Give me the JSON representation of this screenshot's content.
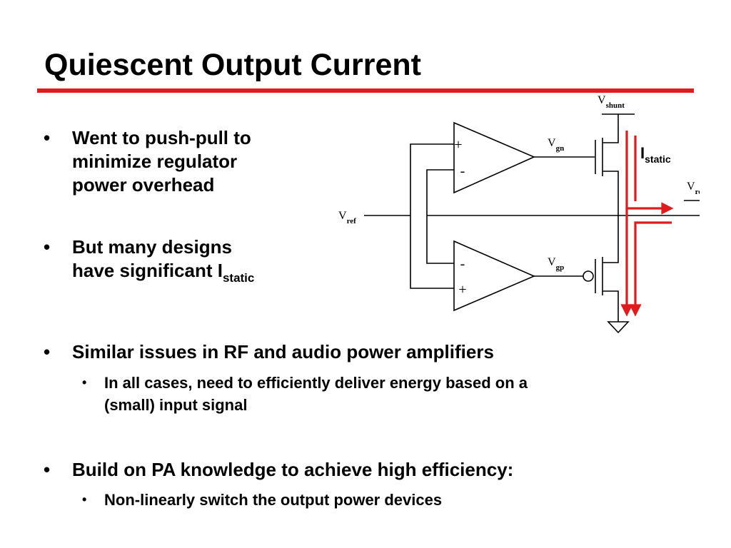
{
  "slide": {
    "title": "Quiescent Output Current",
    "accent_color": "#e01b1b"
  },
  "bullets": {
    "b1": {
      "lines": [
        "Went to push-pull to",
        "minimize regulator",
        "power overhead"
      ]
    },
    "b2": {
      "line1": "But many designs",
      "line2_prefix": "have significant I",
      "line2_sub": "static"
    },
    "b3": {
      "text": "Similar issues in RF and audio power amplifiers"
    },
    "b3_sub": {
      "lines": [
        "In all cases, need to efficiently deliver energy based on a",
        "(small) input signal"
      ]
    },
    "b4": {
      "text": "Build on PA knowledge to achieve high efficiency:"
    },
    "b4_sub": {
      "text": "Non-linearly switch the output power devices"
    },
    "bullet_glyph": "•"
  },
  "circuit": {
    "vshunt": {
      "main": "V",
      "sub": "shunt"
    },
    "vgn": {
      "main": "V",
      "sub": "gn"
    },
    "vgp": {
      "main": "V",
      "sub": "gp"
    },
    "vref": {
      "main": "V",
      "sub": "ref"
    },
    "vreg": {
      "main": "V",
      "sub": "reg"
    },
    "istatic": {
      "main": "I",
      "sub": "static"
    },
    "opamp_top": {
      "in1": "+",
      "in2": "-"
    },
    "opamp_bottom": {
      "in1": "-",
      "in2": "+"
    },
    "current_color": "#e01b1b"
  }
}
